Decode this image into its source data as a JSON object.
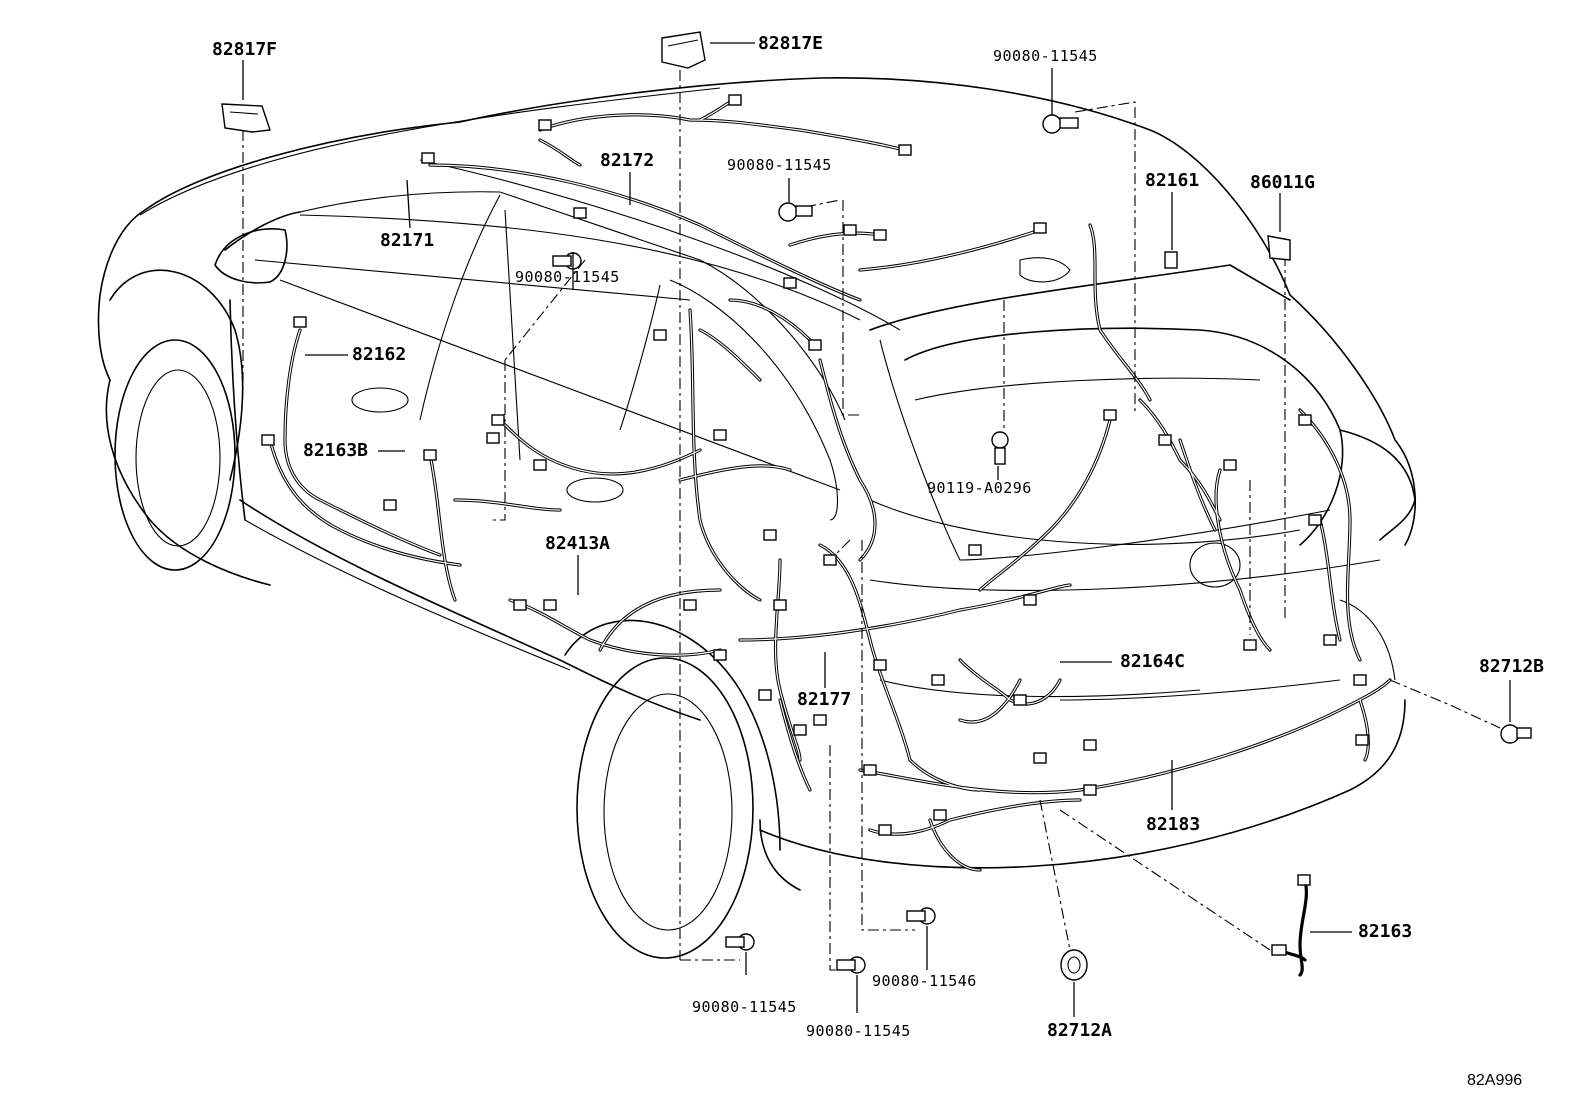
{
  "diagram": {
    "reference_code": "82A996",
    "labels": {
      "p82817F": "82817F",
      "p82817E": "82817E",
      "p90080_top": "90080-11545",
      "p82172": "82172",
      "p90080_roof": "90080-11545",
      "p82161": "82161",
      "p86011G": "86011G",
      "p82171": "82171",
      "p90080_pillar": "90080-11545",
      "p82162": "82162",
      "p82163B": "82163B",
      "p90119": "90119-A0296",
      "p82413A": "82413A",
      "p82164C": "82164C",
      "p82712B": "82712B",
      "p82177": "82177",
      "p82183": "82183",
      "p82163": "82163",
      "p90080_bot1": "90080-11545",
      "p90080_bot2": "90080-11545",
      "p90080_11546": "90080-11546",
      "p82712A": "82712A"
    }
  }
}
